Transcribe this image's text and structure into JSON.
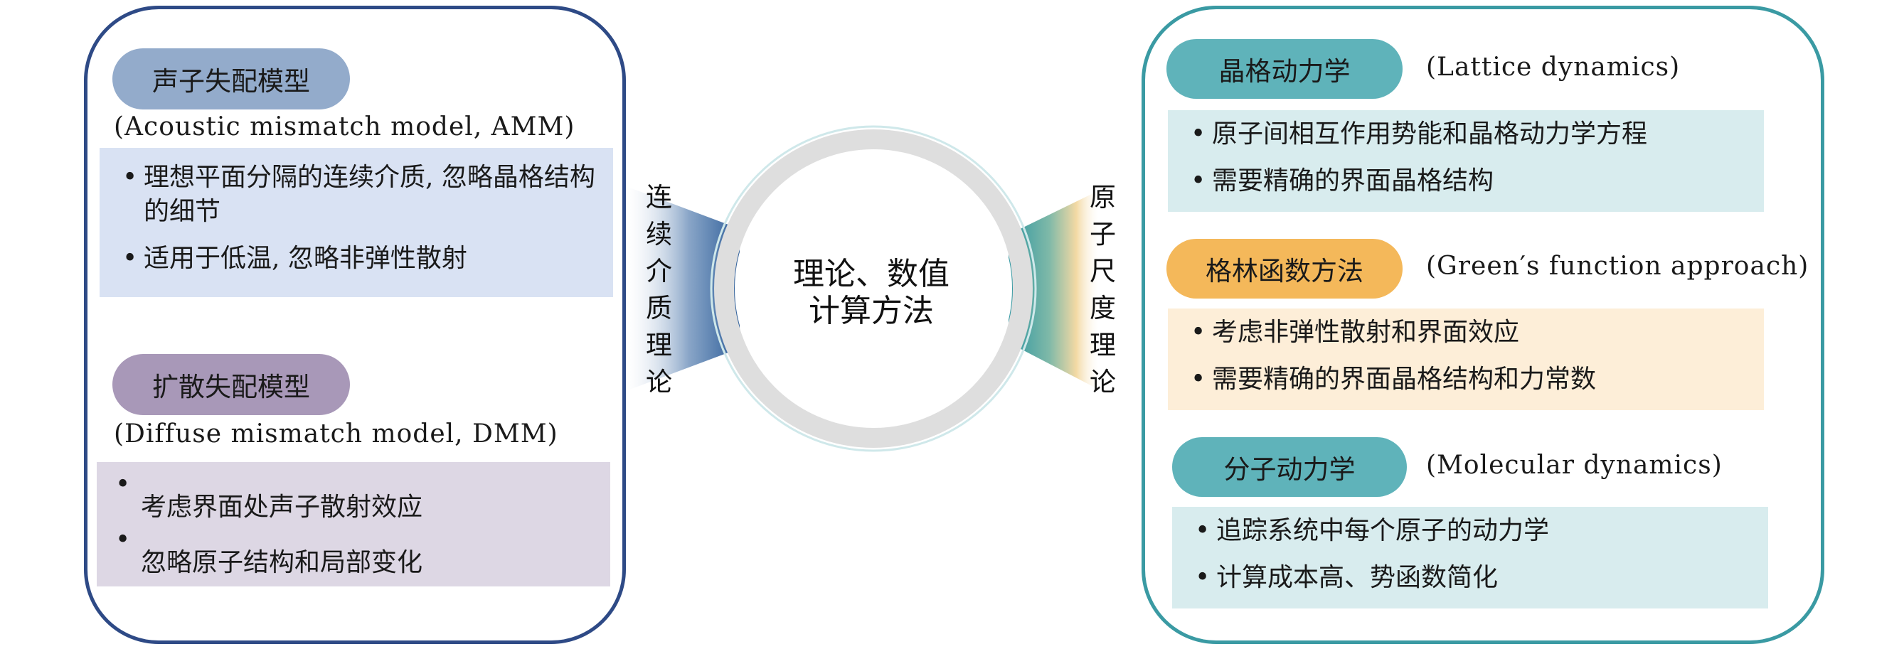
{
  "center": {
    "line1": "理论、数值",
    "line2": "计算方法"
  },
  "left_connector": {
    "chars": [
      "连",
      "续",
      "介",
      "质",
      "理",
      "论"
    ]
  },
  "right_connector": {
    "chars": [
      "原",
      "子",
      "尺",
      "度",
      "理",
      "论"
    ]
  },
  "left_sections": [
    {
      "title": "声子失配模型",
      "subtitle": "(Acoustic mismatch model, AMM)",
      "bullets": [
        "理想平面分隔的连续介质, 忽略晶格结构的细节",
        "适用于低温, 忽略非弹性散射"
      ]
    },
    {
      "title": "扩散失配模型",
      "subtitle": "(Diffuse mismatch model, DMM)",
      "bullets": [
        "考虑界面处声子散射效应",
        "忽略原子结构和局部变化"
      ]
    }
  ],
  "right_sections": [
    {
      "title": "晶格动力学",
      "subtitle": "(Lattice dynamics)",
      "bullets": [
        "原子间相互作用势能和晶格动力学方程",
        "需要精确的界面晶格结构"
      ]
    },
    {
      "title": "格林函数方法",
      "subtitle": "(Green′s function approach)",
      "bullets": [
        "考虑非弹性散射和界面效应",
        "需要精确的界面晶格结构和力常数"
      ]
    },
    {
      "title": "分子动力学",
      "subtitle": "(Molecular dynamics)",
      "bullets": [
        "追踪系统中每个原子的动力学",
        "计算成本高、势函数简化"
      ]
    }
  ],
  "colors": {
    "left_border": "#2e4a86",
    "right_border": "#3a9aa3",
    "amm_pill": "#93abcb",
    "dmm_pill": "#a898b8",
    "amm_box": "#d9e2f3",
    "dmm_box": "#ddd7e4",
    "teal_pill": "#5fb3ba",
    "orange_pill": "#f4b85a",
    "teal_box": "#d8ecee",
    "orange_box": "#fdeed8"
  }
}
